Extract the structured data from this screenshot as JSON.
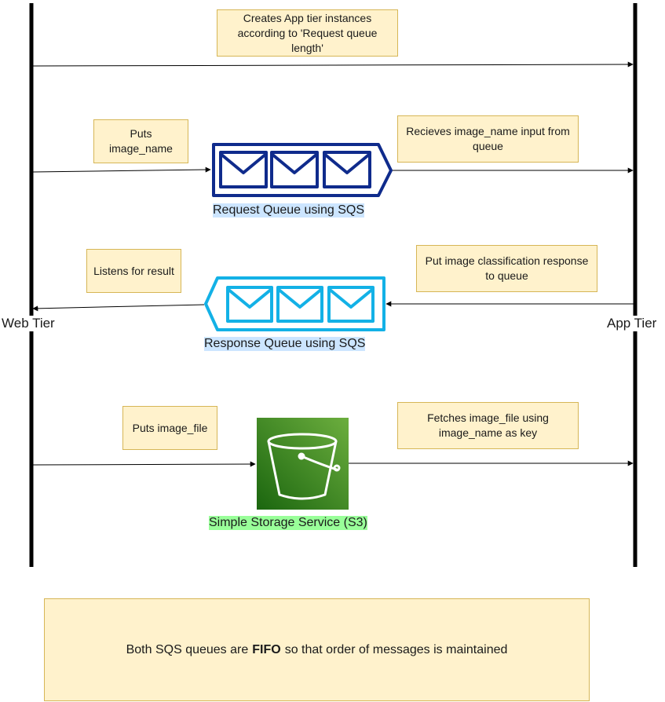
{
  "tiers": {
    "web": "Web Tier",
    "app": "App Tier"
  },
  "notes": {
    "create_instances": "Creates App tier instances according to 'Request queue length'",
    "puts_image_name": "Puts image_name",
    "receives_input": "Recieves image_name input from queue",
    "listens_result": "Listens for result",
    "put_response": "Put image classification response to queue",
    "puts_image_file": "Puts image_file",
    "fetches_file": "Fetches image_file using image_name as key"
  },
  "components": {
    "request_queue": {
      "label": "Request Queue using SQS",
      "color": "#0f2b8c"
    },
    "response_queue": {
      "label": "Response Queue using SQS",
      "color": "#13b1e6"
    },
    "s3": {
      "label": "Simple Storage Service (S3)",
      "color": "#3f8624"
    }
  },
  "footer": {
    "before": "Both SQS queues are",
    "bold": "FIFO",
    "after": "so that order of messages is maintained"
  },
  "colors": {
    "note_fill": "#fff2cc",
    "note_border": "#d6b656",
    "request_label_bg": "#cce5ff",
    "response_label_bg": "#cce5ff",
    "s3_label_bg": "#99ff99"
  }
}
